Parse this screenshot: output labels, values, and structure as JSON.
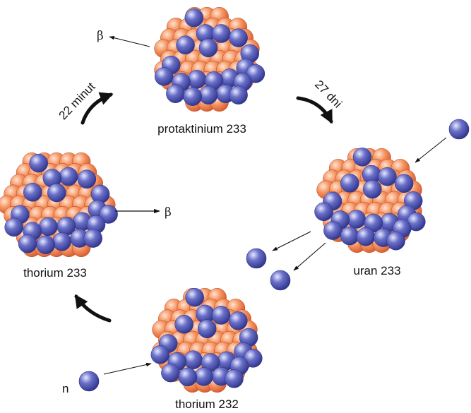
{
  "labels": {
    "thorium232": "thorium 232",
    "thorium233": "thorium 233",
    "protactinium233": "protaktinium 233",
    "uranium233": "uran 233"
  },
  "particles": {
    "beta": "β",
    "neutron": "n"
  },
  "half_lives": {
    "thorium233": "22 minut",
    "protactinium233": "27 dni"
  },
  "colors": {
    "proton": "#f08a5a",
    "neutron": "#5c63b8",
    "arrow": "#111111"
  }
}
